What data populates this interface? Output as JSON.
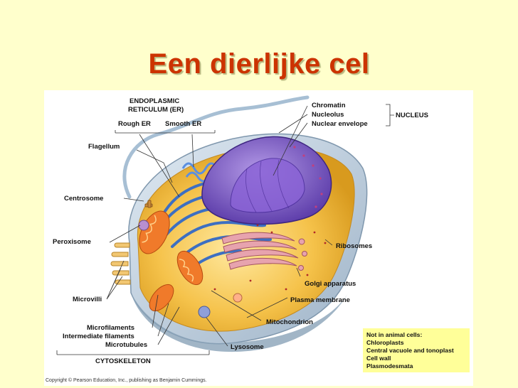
{
  "slide": {
    "title": "Een dierlijke cel"
  },
  "labels": {
    "er_heading_1": "ENDOPLASMIC",
    "er_heading_2": "RETICULUM (ER)",
    "rough_er": "Rough ER",
    "smooth_er": "Smooth ER",
    "flagellum": "Flagellum",
    "centrosome": "Centrosome",
    "peroxisome": "Peroxisome",
    "microvilli": "Microvilli",
    "microfilaments": "Microfilaments",
    "intermediate_filaments": "Intermediate filaments",
    "microtubules": "Microtubules",
    "cytoskeleton": "CYTOSKELETON",
    "chromatin": "Chromatin",
    "nucleolus": "Nucleolus",
    "nuclear_envelope": "Nuclear envelope",
    "nucleus": "NUCLEUS",
    "ribosomes": "Ribosomes",
    "golgi": "Golgi apparatus",
    "plasma_membrane": "Plasma membrane",
    "mitochondrion": "Mitochondrion",
    "lysosome": "Lysosome"
  },
  "note": {
    "heading": "Not in animal cells:",
    "items": [
      "Chloroplasts",
      "Central vacuole and tonoplast",
      "Cell wall",
      "Plasmodesmata"
    ]
  },
  "copyright": "Copyright © Pearson Education, Inc., publishing as Benjamin Cummings.",
  "colors": {
    "title": "#cc3300",
    "background": "#ffffcc",
    "note_box": "#ffff99"
  }
}
